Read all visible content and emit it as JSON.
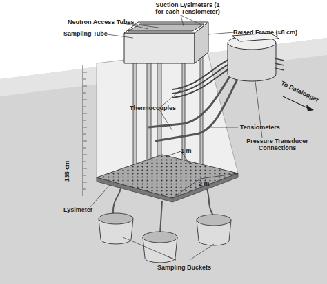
{
  "diagram": {
    "labels": [
      "Sampling Tube",
      "Neutron Access Tubes",
      "Suction Lysimeters (1 for each Tensiometer)",
      "Raised Frame (≈8 cm)",
      "Thermocouples",
      "Pressure Transducer Connections",
      "To Datalogger",
      "Tensiometers",
      "1 m",
      "2 m",
      "135 cm",
      "Lysimeter",
      "Sampling Buckets"
    ]
  }
}
